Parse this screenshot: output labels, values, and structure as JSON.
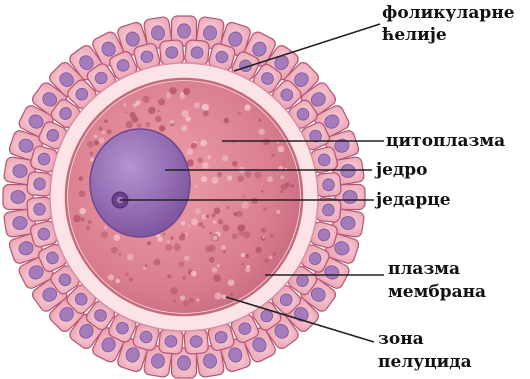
{
  "labels": {
    "follicular_cells": [
      "фоликуларне",
      "ћелије"
    ],
    "cytoplasm": "цитоплазма",
    "nucleus": "једро",
    "nucleolus": "једарце",
    "plasma_membrane": [
      "плазма",
      "мембрана"
    ],
    "zona_pellucida": [
      "зона",
      "пелуцида"
    ]
  },
  "colors": {
    "follicle_cell": "#f0b2c0",
    "follicle_cell_border": "#b2566e",
    "follicle_nucleus": "#a47cbc",
    "zona": "#fbe3e6",
    "cytoplasm": "#d87d8e",
    "nucleus": "#9a6cb4",
    "leader": "#222222"
  }
}
